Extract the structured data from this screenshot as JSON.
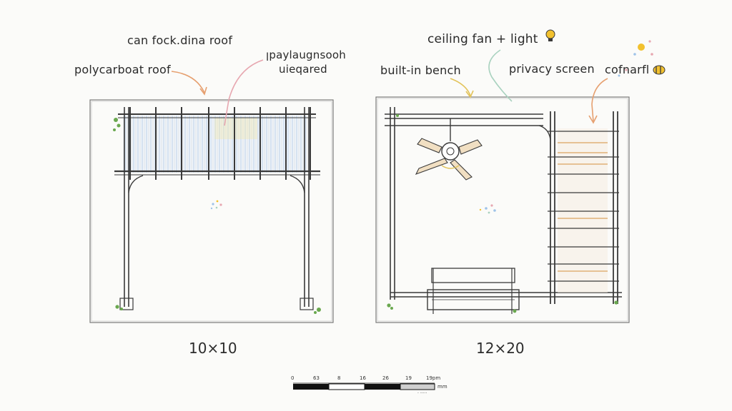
{
  "left_plan": {
    "size_label": "10×10",
    "notes": {
      "top": "can fock.dina roof",
      "left": "polycarboat roof",
      "right_line1": "ꞁpaylaugnsooh",
      "right_line2": "uieqared"
    }
  },
  "right_plan": {
    "size_label": "12×20",
    "notes": {
      "fan": "ceiling fan + light",
      "bench": "built-in bench",
      "privacy": "privacy screen",
      "comfort": "cofnarfl"
    }
  },
  "scale_bar": {
    "ticks": [
      "0",
      "63",
      "8",
      "16",
      "26",
      "19",
      "19pm"
    ],
    "unit": "mm",
    "sub_text": "· ·····"
  },
  "colors": {
    "pencil": "#3a3a3a",
    "wood": "#d9a05a",
    "blue_tint": "#cfe0f0",
    "arrow_orange": "#e6a070",
    "arrow_pink": "#e7a7b0",
    "arrow_green": "#a9d2bf",
    "arrow_yellow": "#e2c35a",
    "plant": "#6aa84f",
    "bulb": "#f2c12e"
  }
}
